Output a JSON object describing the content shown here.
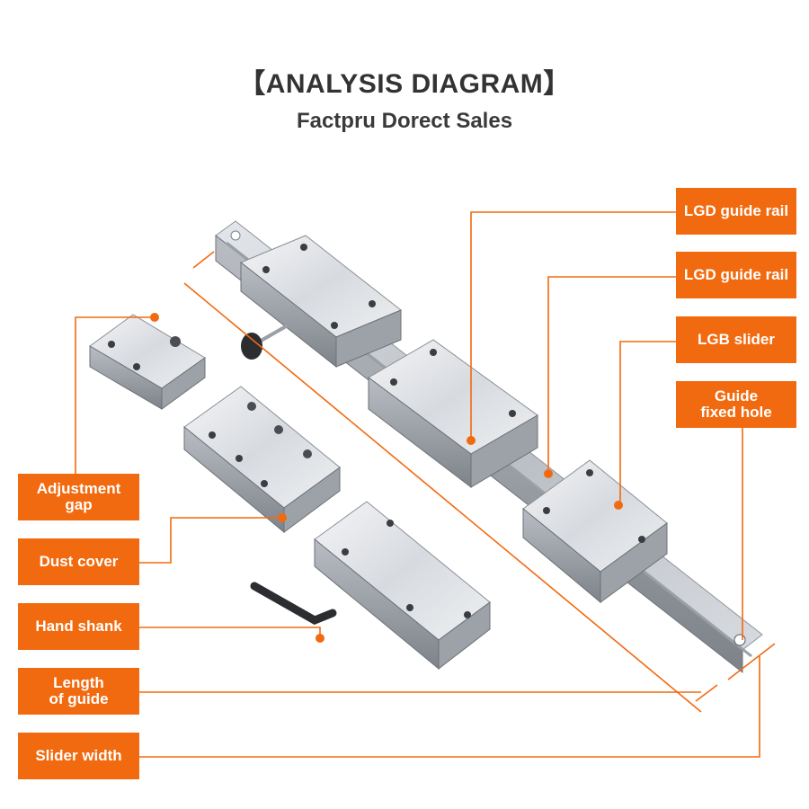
{
  "header": {
    "title": "【ANALYSIS DIAGRAM】",
    "subtitle": "Factpru Dorect Sales"
  },
  "labels_right": [
    {
      "id": "lgd-guide-rail-1",
      "text": "LGD guide rail"
    },
    {
      "id": "lgd-guide-rail-2",
      "text": "LGD guide rail"
    },
    {
      "id": "lgb-slider",
      "text": "LGB slider"
    },
    {
      "id": "guide-fixed-hole",
      "text": "Guide\nfixed hole"
    }
  ],
  "labels_left": [
    {
      "id": "adjustment-gap",
      "text": "Adjustment\ngap"
    },
    {
      "id": "dust-cover",
      "text": "Dust cover"
    },
    {
      "id": "hand-shank",
      "text": "Hand shank"
    },
    {
      "id": "length-of-guide",
      "text": "Length\nof guide"
    },
    {
      "id": "slider-width",
      "text": "Slider width"
    }
  ],
  "colors": {
    "accent": "#f26a0f",
    "title_text": "#333333"
  }
}
